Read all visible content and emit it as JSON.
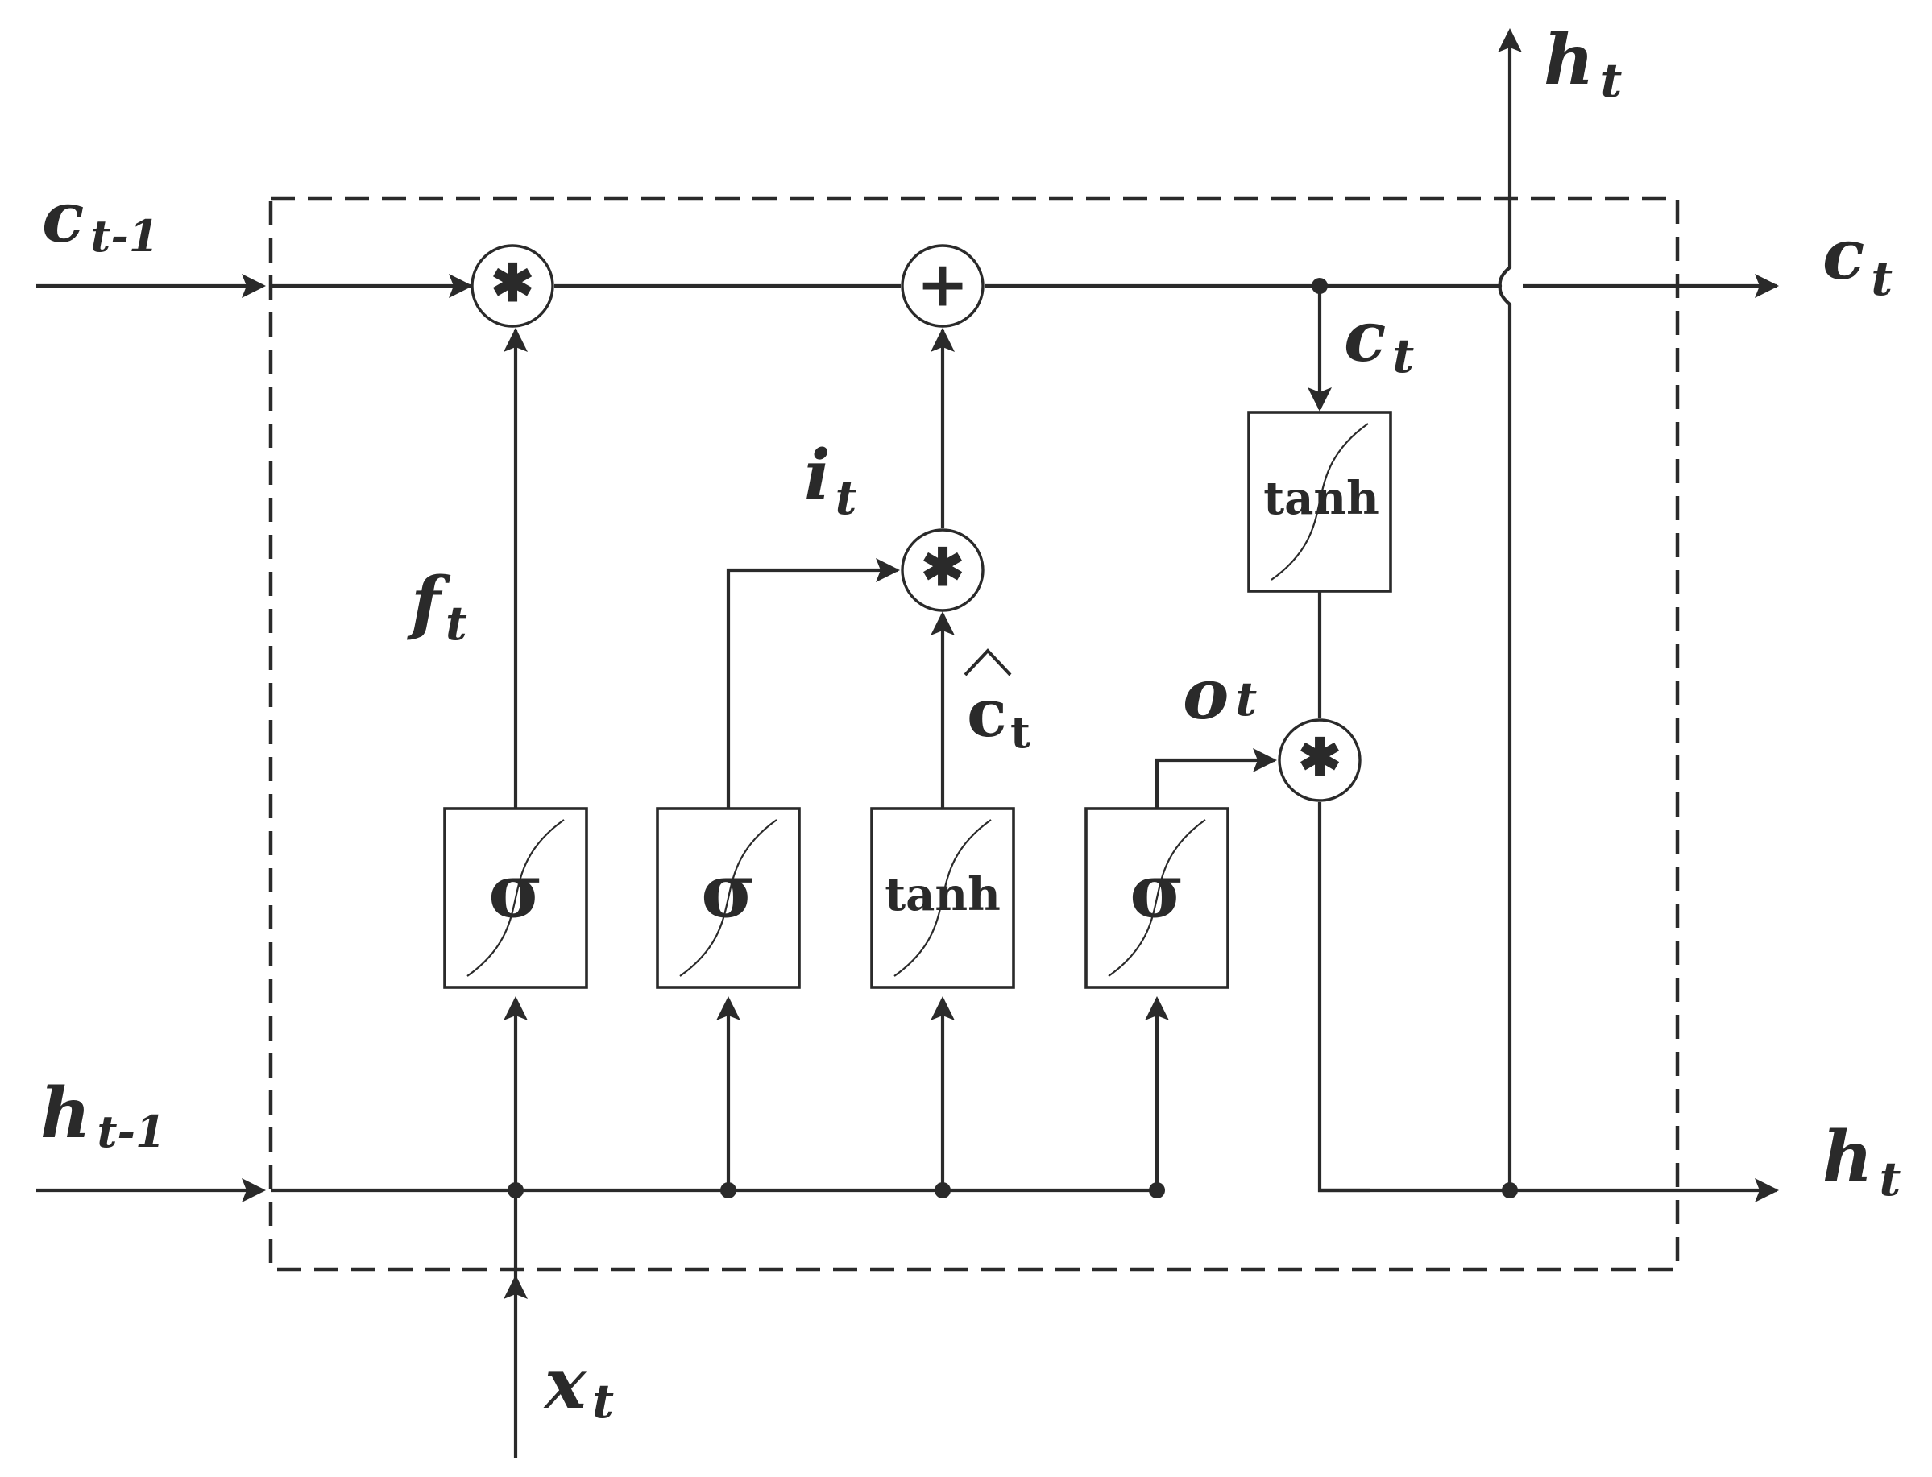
{
  "diagram": {
    "gates": [
      {
        "id": "forget",
        "text": "σ"
      },
      {
        "id": "input",
        "text": "σ"
      },
      {
        "id": "candidate",
        "text": "tanh"
      },
      {
        "id": "output",
        "text": "σ"
      },
      {
        "id": "cell-tanh",
        "text": "tanh"
      }
    ],
    "operators": {
      "multiply": "✱",
      "add": "+"
    },
    "labels": {
      "c_prev": {
        "base": "c",
        "sub": "t-1"
      },
      "h_prev": {
        "base": "h",
        "sub": "t-1"
      },
      "x": {
        "base": "x",
        "sub": "t"
      },
      "c_out": {
        "base": "c",
        "sub": "t"
      },
      "c_mid": {
        "base": "c",
        "sub": "t"
      },
      "h_top": {
        "base": "h",
        "sub": "t"
      },
      "h_out": {
        "base": "h",
        "sub": "t"
      },
      "f": {
        "base": "f",
        "sub": "t"
      },
      "i": {
        "base": "i",
        "sub": "t"
      },
      "o": {
        "base": "o",
        "sub": "t"
      },
      "c_hat": {
        "base": "c",
        "sub": "t"
      }
    }
  }
}
